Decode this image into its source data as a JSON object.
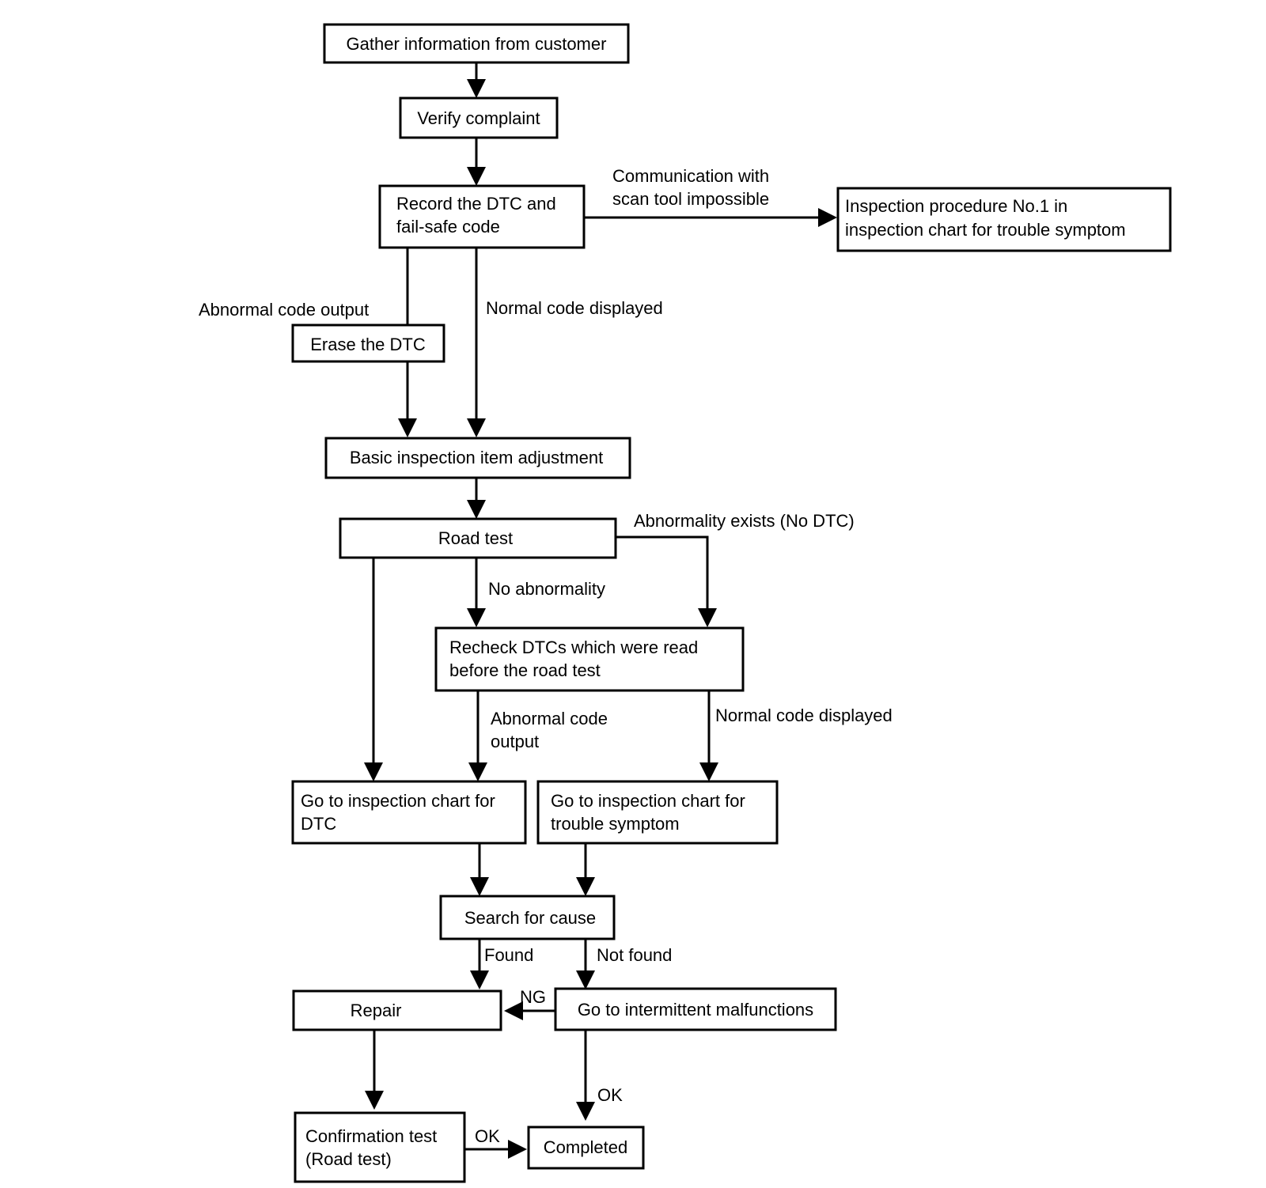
{
  "nodes": {
    "gather": "Gather information from customer",
    "verify": "Verify complaint",
    "record": [
      "Record the DTC and",
      "fail-safe code"
    ],
    "inspection_no1": [
      "Inspection procedure No.1 in",
      "inspection chart for trouble symptom"
    ],
    "erase": "Erase the DTC",
    "basic": "Basic inspection item adjustment",
    "road_test": "Road test",
    "recheck": [
      "Recheck DTCs which were read",
      "before the road test"
    ],
    "chart_dtc": [
      "Go to inspection chart for",
      "DTC"
    ],
    "chart_symptom": [
      "Go to inspection chart for",
      "trouble symptom"
    ],
    "search": "Search for cause",
    "repair": "Repair",
    "intermittent": "Go to intermittent malfunctions",
    "confirmation": [
      "Confirmation test",
      "(Road test)"
    ],
    "completed": "Completed"
  },
  "edge_labels": {
    "comm_impossible": [
      "Communication with",
      "scan tool impossible"
    ],
    "abnormal_output_1": "Abnormal code output",
    "normal_displayed_1": "Normal code displayed",
    "abnormality_exists": "Abnormality exists (No DTC)",
    "no_abnormality": "No abnormality",
    "abnormal_output_2": [
      "Abnormal code",
      "output"
    ],
    "normal_displayed_2": "Normal code displayed",
    "found": "Found",
    "not_found": "Not found",
    "ng": "NG",
    "ok_1": "OK",
    "ok_2": "OK"
  }
}
